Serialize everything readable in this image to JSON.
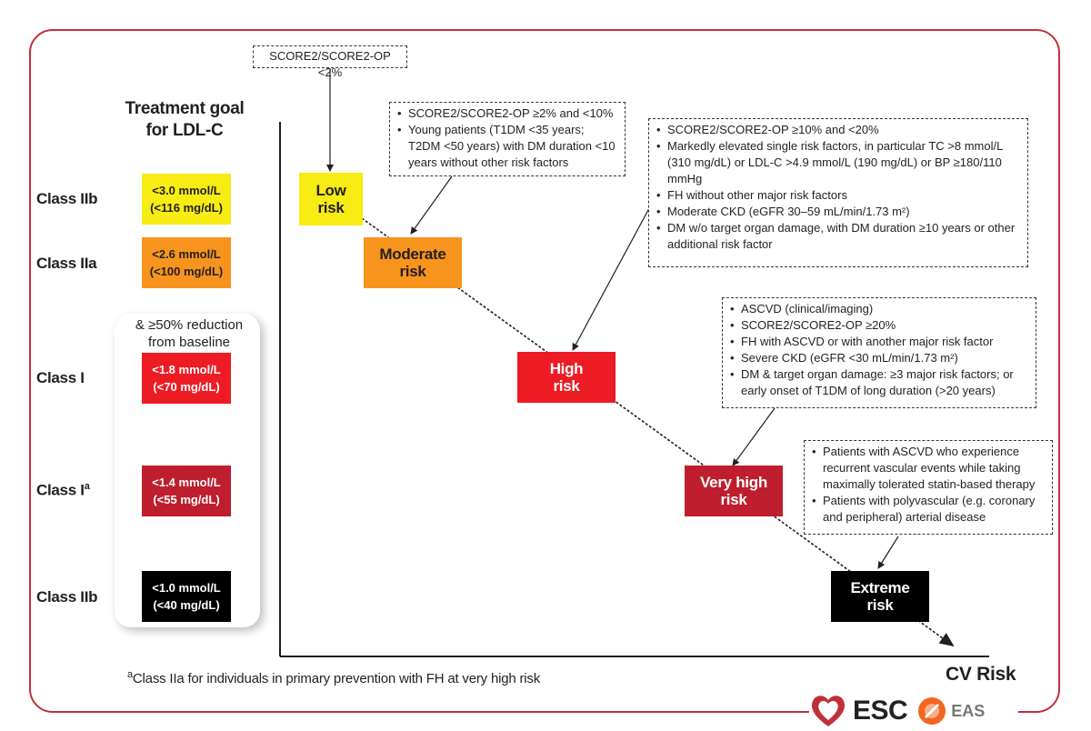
{
  "heading": {
    "line1": "Treatment goal",
    "line2": "for LDL-C"
  },
  "goals": [
    {
      "class_label": "Class IIb",
      "sup": "",
      "mmol": "<3.0 mmol/L",
      "mgdl": "(<116 mg/dL)",
      "bg": "#f7ec13",
      "fg": "#231f20"
    },
    {
      "class_label": "Class IIa",
      "sup": "",
      "mmol": "<2.6 mmol/L",
      "mgdl": "(<100 mg/dL)",
      "bg": "#f7941e",
      "fg": "#231f20"
    },
    {
      "class_label": "Class I",
      "sup": "",
      "mmol": "<1.8 mmol/L",
      "mgdl": "(<70 mg/dL)",
      "bg": "#ed1c24",
      "fg": "#ffffff"
    },
    {
      "class_label": "Class I",
      "sup": "a",
      "mmol": "<1.4 mmol/L",
      "mgdl": "(<55 mg/dL)",
      "bg": "#be1e2d",
      "fg": "#ffffff"
    },
    {
      "class_label": "Class IIb",
      "sup": "",
      "mmol": "<1.0 mmol/L",
      "mgdl": "(<40 mg/dL)",
      "bg": "#000000",
      "fg": "#ffffff"
    }
  ],
  "reduction": {
    "line1": "& ≥50% reduction",
    "line2": "from baseline"
  },
  "risk_levels": [
    {
      "line1": "Low",
      "line2": "risk",
      "bg": "#f7ec13",
      "fg": "#231f20"
    },
    {
      "line1": "Moderate",
      "line2": "risk",
      "bg": "#f7941e",
      "fg": "#231f20"
    },
    {
      "line1": "High",
      "line2": "risk",
      "bg": "#ed1c24",
      "fg": "#ffffff"
    },
    {
      "line1": "Very high",
      "line2": "risk",
      "bg": "#be1e2d",
      "fg": "#ffffff"
    },
    {
      "line1": "Extreme",
      "line2": "risk",
      "bg": "#000000",
      "fg": "#ffffff"
    }
  ],
  "criteria": {
    "low": "SCORE2/SCORE2-OP <2%",
    "moderate": [
      "SCORE2/SCORE2-OP ≥2% and <10%",
      "Young patients (T1DM <35 years; T2DM <50 years) with DM duration <10 years without other risk factors"
    ],
    "high": [
      "SCORE2/SCORE2-OP ≥10% and <20%",
      "Markedly elevated single risk factors, in particular TC >8 mmol/L (310 mg/dL) or LDL-C >4.9 mmol/L (190 mg/dL) or BP ≥180/110 mmHg",
      "FH without other major risk factors",
      "Moderate CKD (eGFR 30–59 mL/min/1.73 m²)",
      "DM w/o target organ damage, with DM duration ≥10 years or other additional risk factor"
    ],
    "very_high": [
      "ASCVD (clinical/imaging)",
      "SCORE2/SCORE2-OP ≥20%",
      "FH with ASCVD or with another major risk factor",
      "Severe CKD (eGFR <30 mL/min/1.73 m²)",
      "DM & target organ damage: ≥3 major risk factors; or early onset of T1DM of long duration (>20 years)"
    ],
    "extreme": [
      "Patients with ASCVD who experience recurrent vascular events while taking maximally tolerated statin-based therapy",
      "Patients with polyvascular (e.g. coronary and peripheral) arterial disease"
    ]
  },
  "footnote": {
    "sup": "a",
    "text": "Class IIa for individuals in primary prevention with FH at very high risk"
  },
  "axis_label": "CV Risk",
  "logos": {
    "esc": "ESC",
    "eas": "EAS"
  },
  "colors": {
    "frame": "#c0303a",
    "heart": "#c0303a",
    "eas_logo": "#f26522"
  }
}
